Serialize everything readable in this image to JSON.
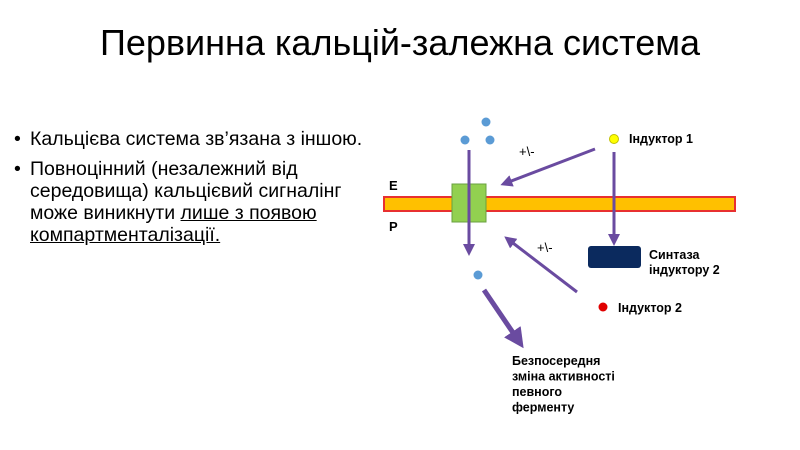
{
  "slide": {
    "title": "Первинна кальцій-залежна система",
    "bullets": [
      {
        "text": "Кальцієва система зв’язана з іншою.",
        "underlined": ""
      },
      {
        "text": "Повноцінний (незалежний від середовища) кальцієвий сигналінг може виникнути ",
        "underlined": "лише з появою компартменталізації."
      }
    ]
  },
  "diagram": {
    "side_top": "Е",
    "side_bottom": "Р",
    "sign_top": "+\\-",
    "sign_bottom": "+\\-",
    "inducer1": "Індуктор 1",
    "inducer2": "Індуктор 2",
    "synthase": [
      "Синтаза",
      "індуктору 2"
    ],
    "effect": [
      "Безпосередня",
      "зміна активності",
      "певного",
      "ферменту"
    ],
    "colors": {
      "membrane_fill": "#ffc000",
      "membrane_border": "#e83030",
      "channel_fill": "#92d050",
      "arrow": "#6a4ba0",
      "ion": "#5b9bd5",
      "inducer1_dot": "#ffff00",
      "inducer2_dot": "#e00000",
      "synthase_fill": "#0b2a5e"
    }
  }
}
